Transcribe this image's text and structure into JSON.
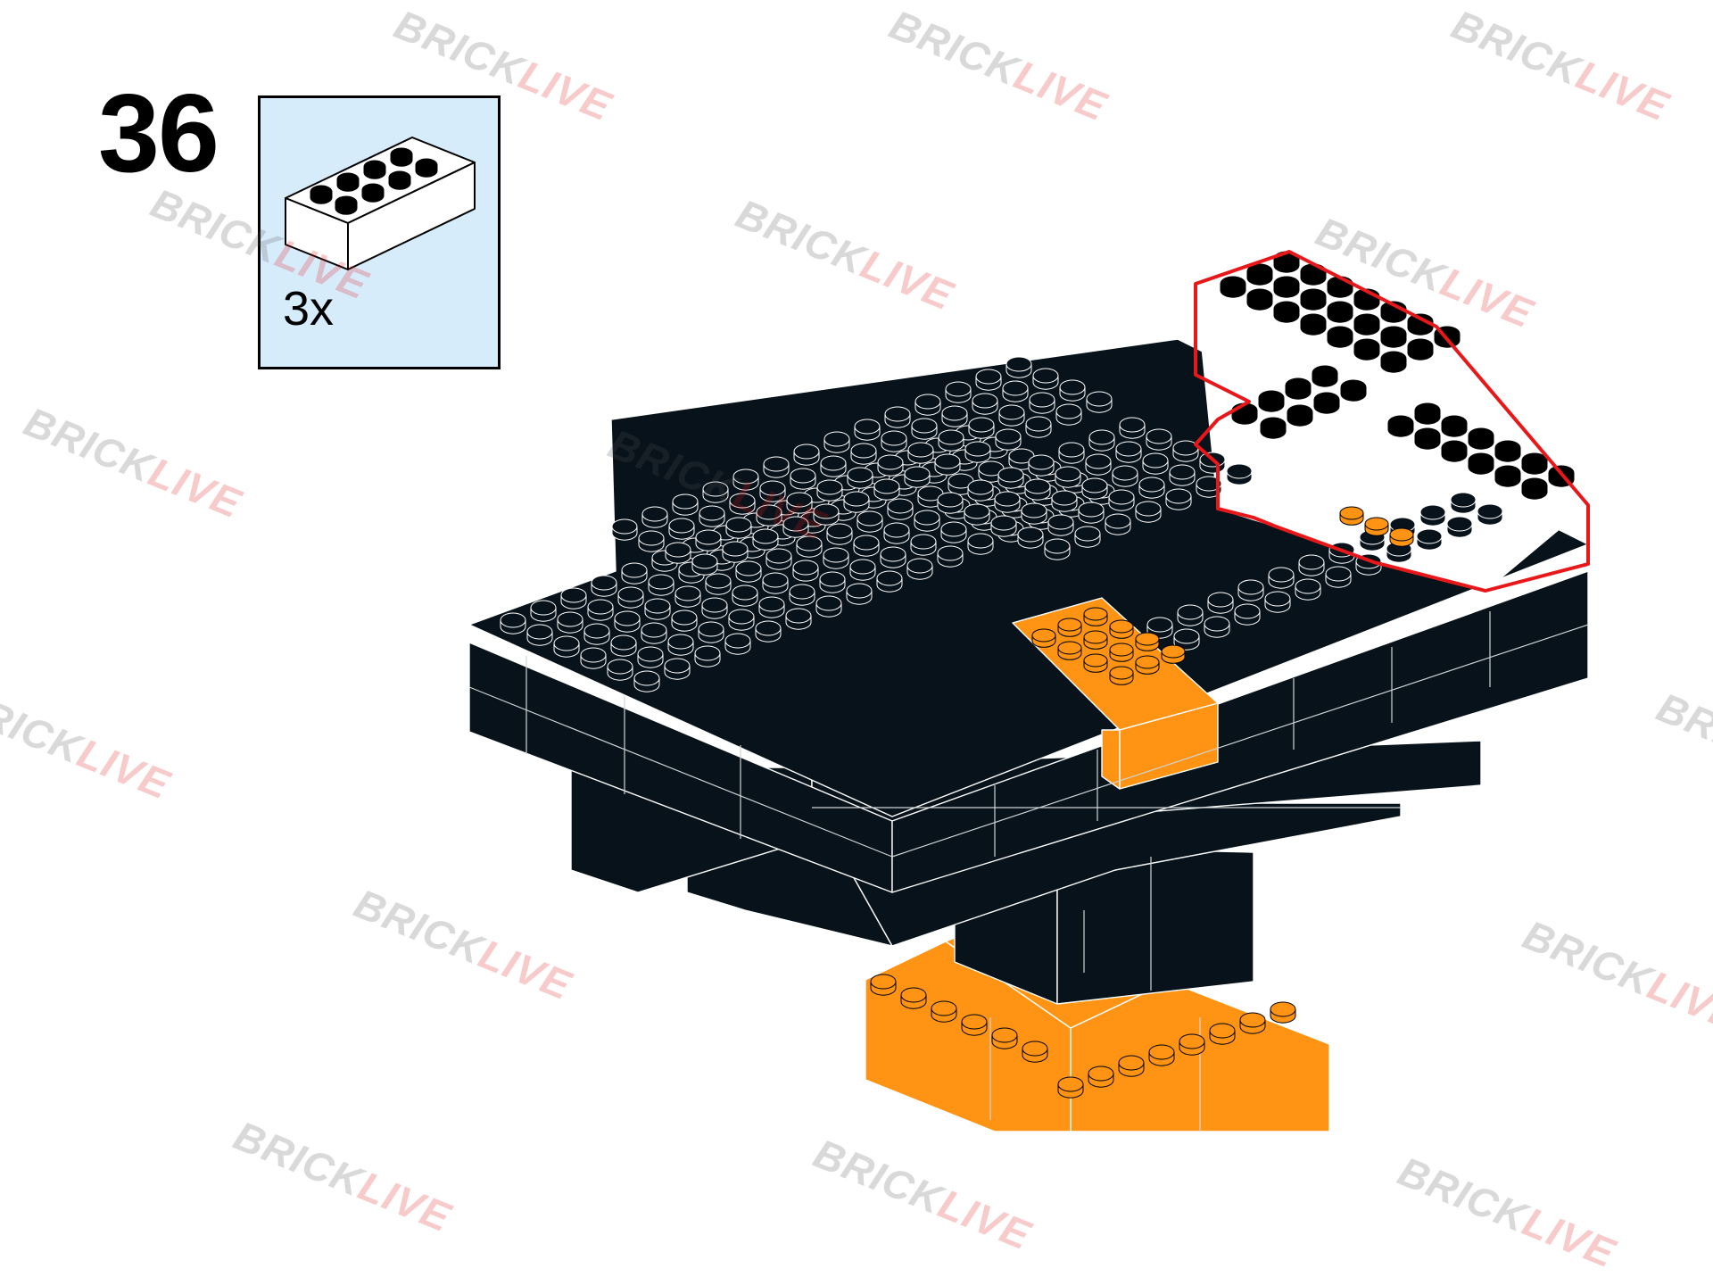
{
  "step": {
    "number": "36"
  },
  "parts_list": {
    "items": [
      {
        "part": "white 2x4 brick",
        "quantity": "3x"
      }
    ]
  },
  "watermark": {
    "text_a": "BRICK",
    "text_b": "LIVE"
  },
  "colors": {
    "callout_background": "#d7ecfb",
    "brick_black": "#07121a",
    "brick_orange": "#ff9414",
    "brick_white": "#ffffff",
    "new_part_highlight": "#e8181a",
    "watermark_red": "#e01818",
    "watermark_gray": "#555555"
  },
  "icons": [
    "brick-2x4-icon"
  ]
}
